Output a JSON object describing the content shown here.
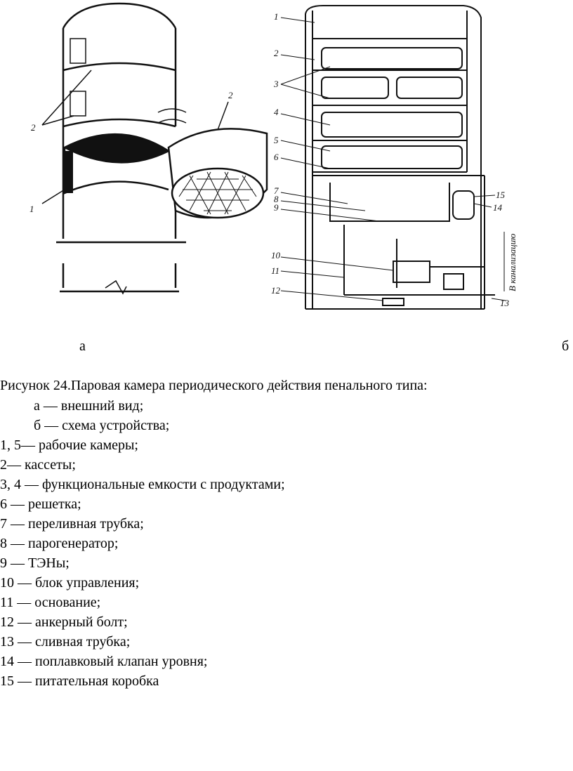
{
  "figure": {
    "left_callouts": [
      "2",
      "2",
      "1"
    ],
    "right_callouts": [
      "1",
      "2",
      "3",
      "4",
      "5",
      "6",
      "7",
      "8",
      "9",
      "10",
      "11",
      "12",
      "13",
      "14",
      "15"
    ],
    "drain_label": "В канализацию",
    "sub_a": "а",
    "sub_b": "б"
  },
  "caption": {
    "title": "Рисунок  24.Паровая камера периодического действия пенального типа:",
    "items": [
      "а — внешний вид;",
      "б — схема устройства;",
      "1, 5— рабочие камеры;",
      "2— кассеты;",
      "3, 4 — функциональные емкости с продуктами;",
      "6 — решетка;",
      "7 — переливная трубка;",
      " 8 — парогенератор;",
      " 9 — ТЭНы;",
      "10 — блок управления;",
      "11 — основание;",
      "12 — анкерный болт;",
      "13 — сливная трубка;",
      "14 — поплавковый клапан уровня;",
      "15 — питательная коробка"
    ]
  }
}
